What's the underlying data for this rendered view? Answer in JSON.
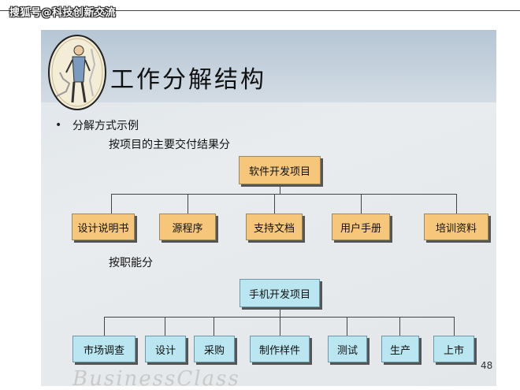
{
  "watermark": "搜狐号@科技创新交流",
  "slide": {
    "title": "工作分解结构",
    "bullet": "•",
    "bullet_text": "分解方式示例",
    "section1": "按项目的主要交付结果分",
    "root1": "软件开发项目",
    "children1": [
      "设计说明书",
      "源程序",
      "支持文档",
      "用户手册",
      "培训资料"
    ],
    "section2": "按职能分",
    "root2": "手机开发项目",
    "children2": [
      "市场调查",
      "设计",
      "采购",
      "制作样件",
      "测试",
      "生产",
      "上市"
    ],
    "page_number": "48",
    "brand": "BusinessClass"
  },
  "colors": {
    "deliverable_box": "#f6c67a",
    "function_box": "#b9e6f0"
  }
}
